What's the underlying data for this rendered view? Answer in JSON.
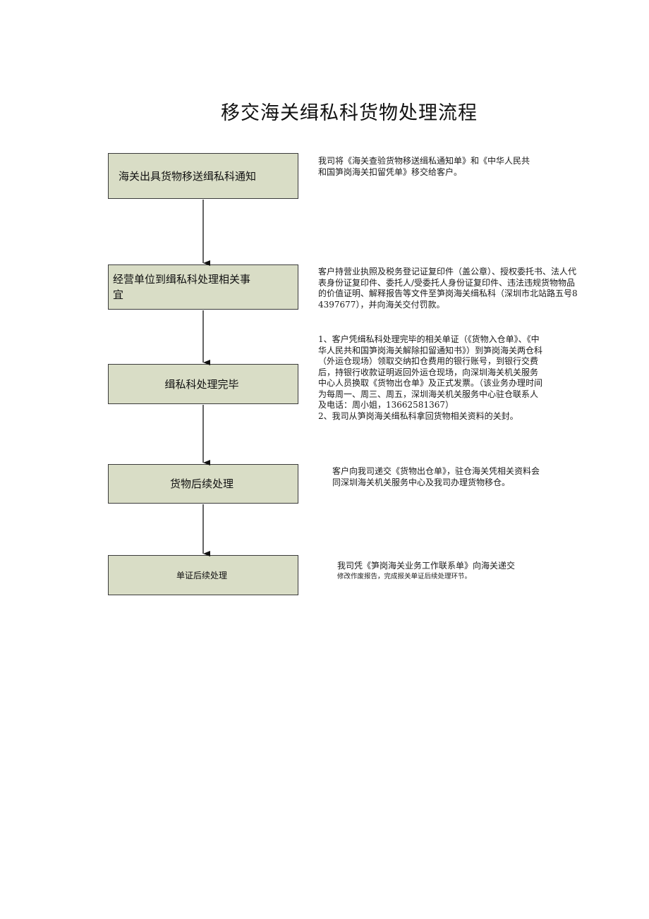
{
  "title": "移交海关缉私科货物处理流程",
  "steps": [
    {
      "label": "海关出具货物移送缉私科通知"
    },
    {
      "label": "经营单位到缉私科处理相关事宜"
    },
    {
      "label": "缉私科处理完毕"
    },
    {
      "label": "货物后续处理"
    },
    {
      "label": "单证后续处理"
    }
  ],
  "notes": {
    "n1": "我司将《海关查验货物移送缉私通知单》和《中华人民共和国笋岗海关扣留凭单》移交给客户。",
    "n2": "客户持营业执照及税务登记证复印件（盖公章）、授权委托书、法人代表身份证复印件、委托人/受委托人身份证复印件、违法违规货物物品的价值证明、解释报告等文件至笋岗海关缉私科（深圳市北站路五号84397677），并向海关交付罚款。",
    "n3": "1、客户凭缉私科处理完毕的相关单证（《货物入仓单》、《中华人民共和国笋岗海关解除扣留通知书》）到笋岗海关两仓科（外运仓现场）领取交纳扣仓费用的银行账号，到银行交费后，持银行收款证明返回外运仓现场，向深圳海关机关服务中心人员换取《货物出仓单》及正式发票。（该业务办理时间为每周一、周三、周五，深圳海关机关服务中心驻仓联系人及电话：周小姐，13662581367）",
    "n3b": "2、我司从笋岗海关缉私科拿回货物相关资料的关封。",
    "n4": "客户向我司递交《货物出仓单》，驻仓海关凭相关资料会同深圳海关机关服务中心及我司办理货物移仓。",
    "n5a": "我司凭《笋岗海关业务工作联系单》向海关递交",
    "n5b": "修改作废报告，完成报关单证后续处理环节。"
  }
}
